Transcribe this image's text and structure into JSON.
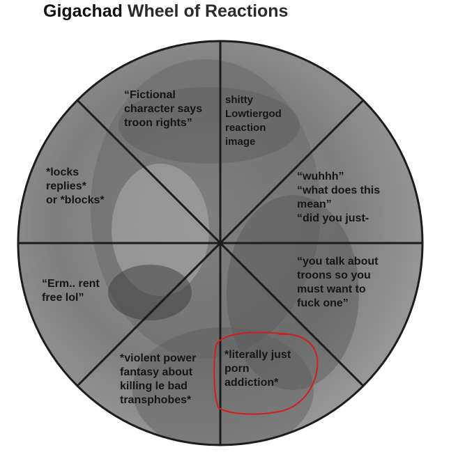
{
  "title": {
    "part1": "Gigachad",
    "part2": "Wheel of Reactions"
  },
  "segments": [
    {
      "lines": [
        "“Fictional",
        "character says",
        "troon rights”"
      ]
    },
    {
      "lines": [
        "shitty",
        "Lowtiergod",
        "reaction",
        "image"
      ]
    },
    {
      "lines": [
        "“wuhhh”",
        "“what does this",
        "mean”",
        "“did you just-"
      ]
    },
    {
      "lines": [
        "“you talk about",
        "troons so you",
        "must want to",
        "fuck one”"
      ]
    },
    {
      "lines": [
        "*literally just",
        "porn",
        "addiction*"
      ]
    },
    {
      "lines": [
        "*violent power",
        "fantasy about",
        "killing le bad",
        "transphobes*"
      ]
    },
    {
      "lines": [
        "“Erm.. rent",
        "free lol”"
      ]
    },
    {
      "lines": [
        "*locks",
        "replies*",
        "or *blocks*"
      ]
    }
  ],
  "colors": {
    "wheel_fill": "#8a8a8a",
    "divider": "#1c1c1c",
    "highlight_circle": "#d41e1e"
  }
}
